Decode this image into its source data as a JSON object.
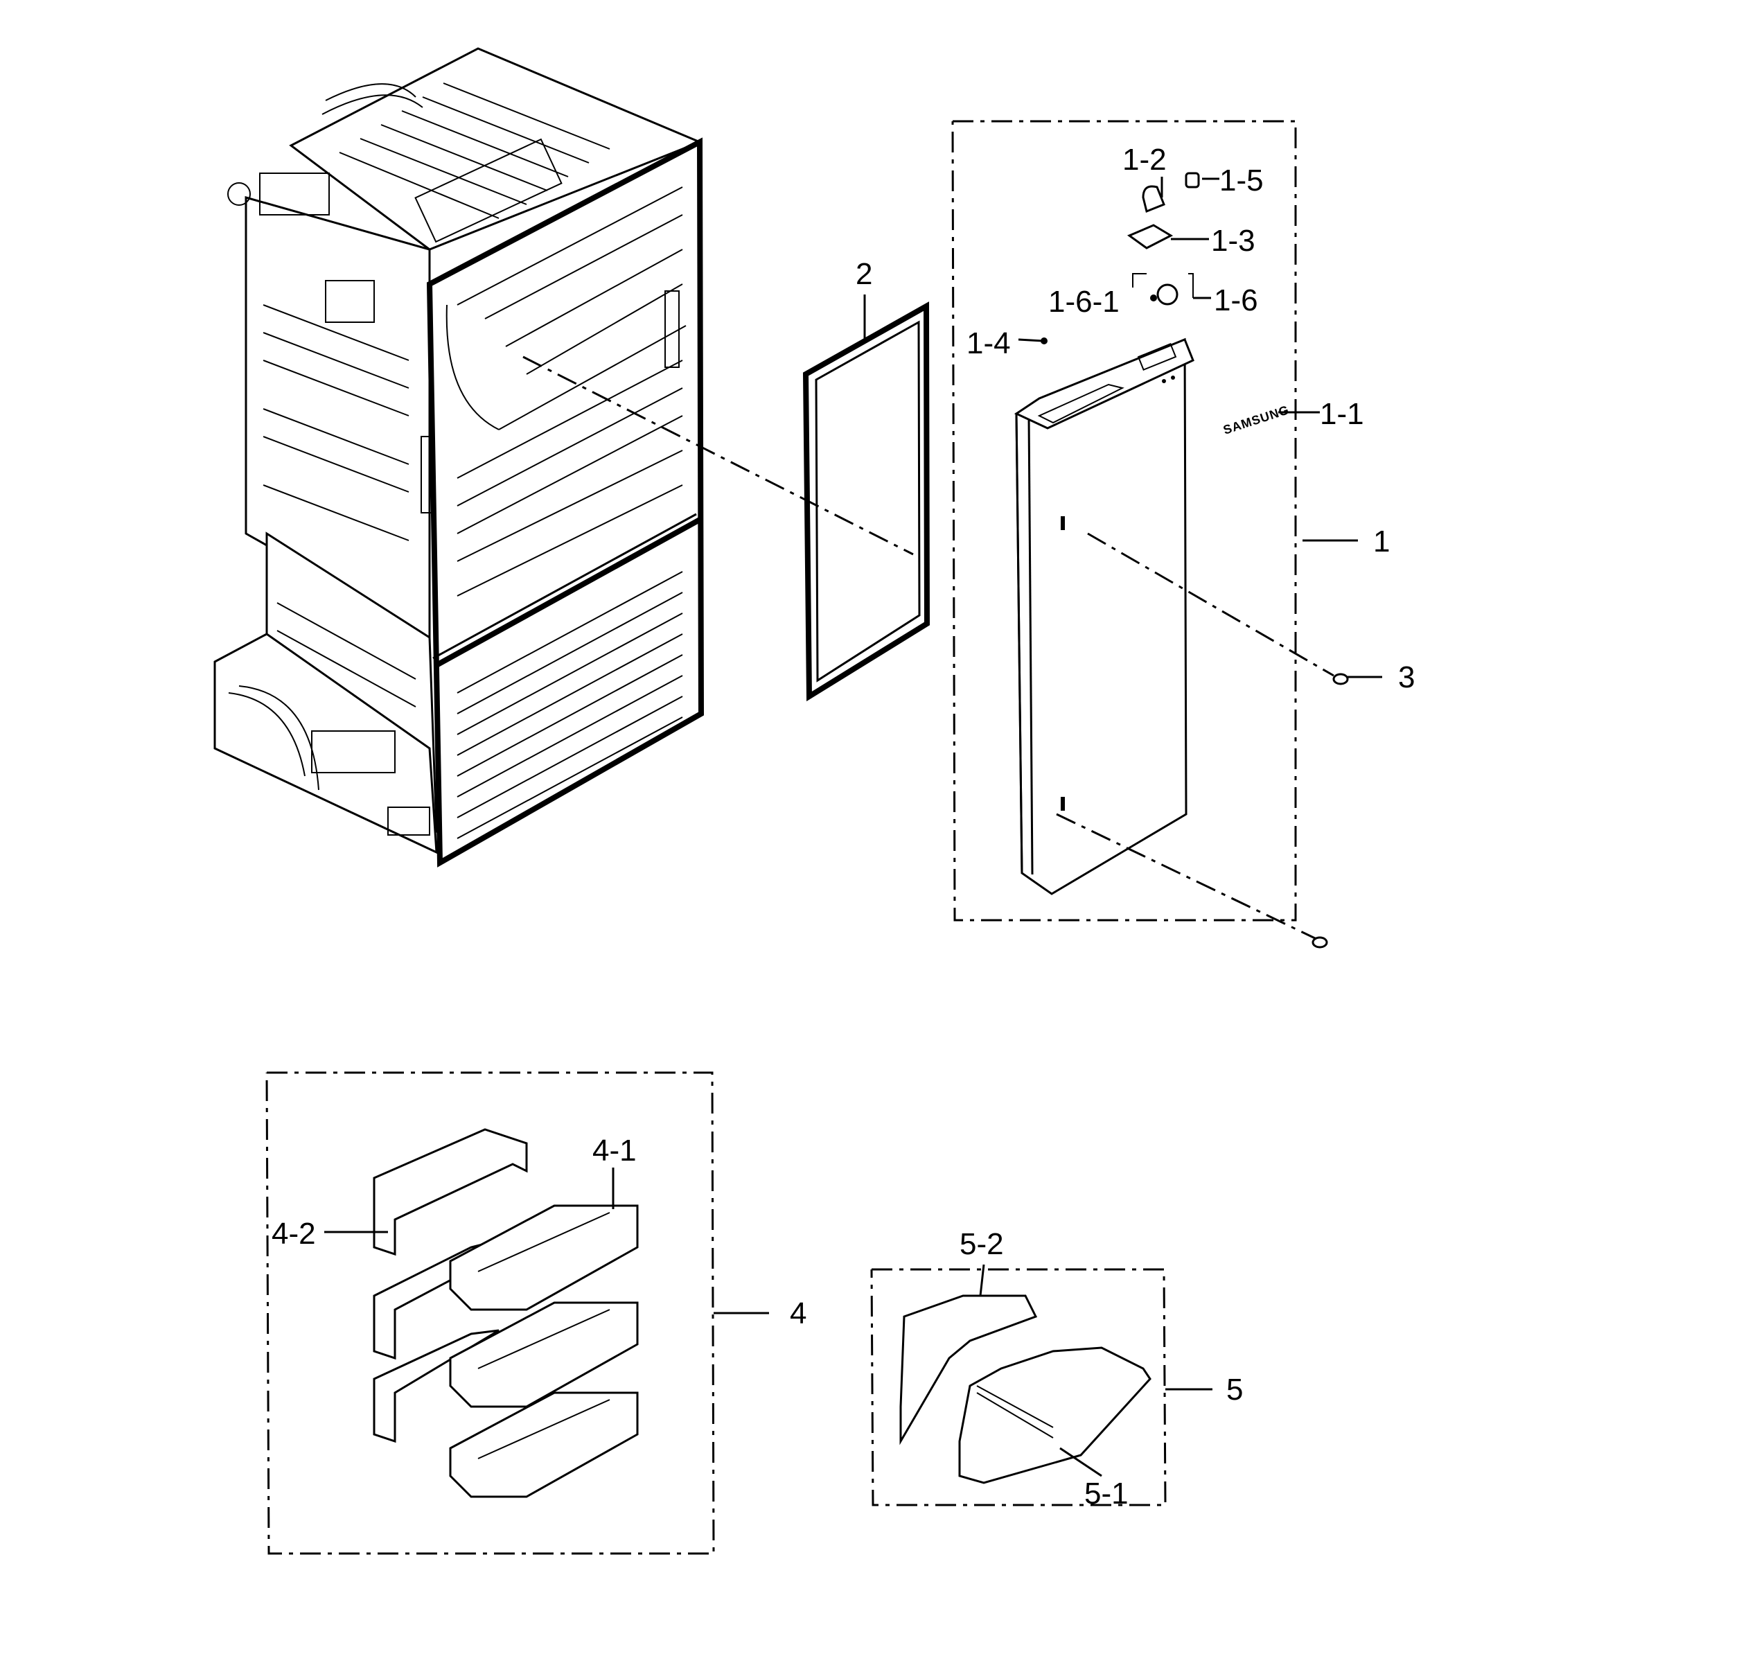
{
  "callouts": {
    "c1": "1",
    "c1_1": "1-1",
    "c1_2": "1-2",
    "c1_3": "1-3",
    "c1_4": "1-4",
    "c1_5": "1-5",
    "c1_6": "1-6",
    "c1_6_1": "1-6-1",
    "c2": "2",
    "c3": "3",
    "c4": "4",
    "c4_1": "4-1",
    "c4_2": "4-2",
    "c5": "5",
    "c5_1": "5-1",
    "c5_2": "5-2"
  },
  "brand_mark": "SAMSUNG",
  "icons": {
    "cabinet": "refrigerator-cabinet-icon",
    "gasket": "door-gasket-icon",
    "door": "fridge-door-icon",
    "bins": "door-bin-icon"
  },
  "colors": {
    "line": "#000000",
    "background": "#ffffff"
  }
}
